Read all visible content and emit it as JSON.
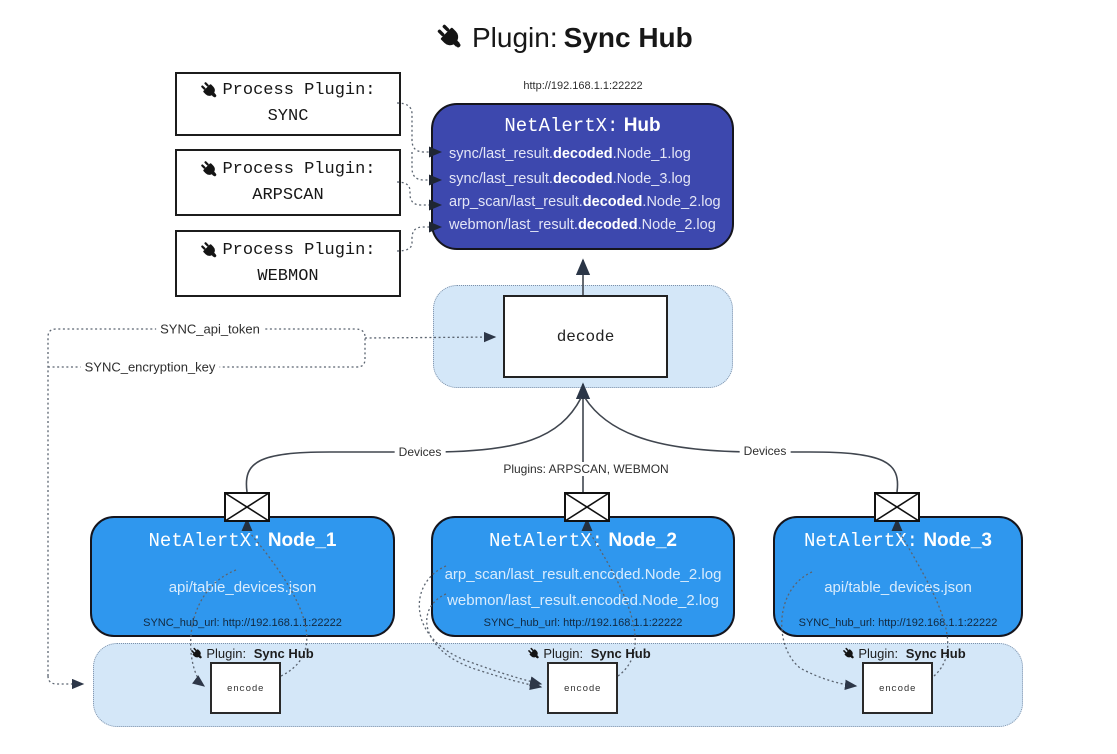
{
  "title": {
    "prefix": "Plugin:",
    "name": "Sync Hub"
  },
  "process_plugins": [
    {
      "label": "Process Plugin:",
      "name": "SYNC"
    },
    {
      "label": "Process Plugin:",
      "name": "ARPSCAN"
    },
    {
      "label": "Process Plugin:",
      "name": "WEBMON"
    }
  ],
  "hub": {
    "url": "http://192.168.1.1:22222",
    "title_prefix": "NetAlertX:",
    "title_name": "Hub",
    "files": [
      {
        "pre": "sync/last_result.",
        "bold": "decoded",
        "post": ".Node_1.log"
      },
      {
        "pre": "sync/last_result.",
        "bold": "decoded",
        "post": ".Node_3.log"
      },
      {
        "pre": "arp_scan/last_result.",
        "bold": "decoded",
        "post": ".Node_2.log"
      },
      {
        "pre": "webmon/last_result.",
        "bold": "decoded",
        "post": ".Node_2.log"
      }
    ]
  },
  "decode_label": "decode",
  "settings": {
    "api_token": "SYNC_api_token",
    "encryption_key": "SYNC_encryption_key"
  },
  "edge_labels": {
    "devices_left": "Devices",
    "plugins_center": "Plugins: ARPSCAN, WEBMON",
    "devices_right": "Devices"
  },
  "nodes": [
    {
      "title_prefix": "NetAlertX:",
      "title_name": "Node_1",
      "files": [
        "api/table_devices.json"
      ],
      "hub_url": "SYNC_hub_url: http://192.168.1.1:22222"
    },
    {
      "title_prefix": "NetAlertX:",
      "title_name": "Node_2",
      "files": [
        "arp_scan/last_result.encoded.Node_2.log",
        "webmon/last_result.encoded.Node_2.log"
      ],
      "hub_url": "SYNC_hub_url: http://192.168.1.1:22222"
    },
    {
      "title_prefix": "NetAlertX:",
      "title_name": "Node_3",
      "files": [
        "api/table_devices.json"
      ],
      "hub_url": "SYNC_hub_url: http://192.168.1.1:22222"
    }
  ],
  "encode_units": [
    {
      "label_prefix": "Plugin:",
      "label_name": "Sync Hub",
      "box_label": "encode"
    },
    {
      "label_prefix": "Plugin:",
      "label_name": "Sync Hub",
      "box_label": "encode"
    },
    {
      "label_prefix": "Plugin:",
      "label_name": "Sync Hub",
      "box_label": "encode"
    }
  ],
  "icons": {
    "plug": "plug-icon",
    "envelope": "envelope-icon"
  },
  "colors": {
    "hub_fill": "#3d48ae",
    "hub_text": "#e3e5f6",
    "node_fill": "#2f97ee",
    "node_subtext": "#d9ecfd",
    "node_url_text": "#12293f",
    "panel_fill": "#d4e7f8",
    "panel_border": "#7d90a8",
    "box_border": "#1c1c1c",
    "arrow_dark": "#2c3644"
  }
}
